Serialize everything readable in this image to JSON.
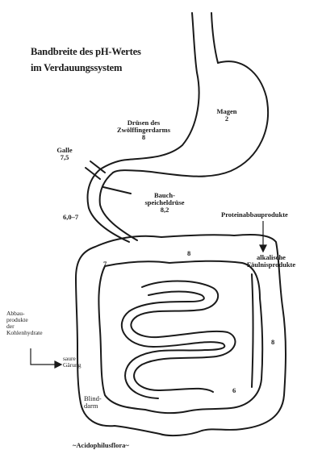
{
  "title": {
    "line1": "Bandbreite des pH-Wertes",
    "line2": "im Verdauungssystem"
  },
  "labels": {
    "stomach": {
      "name": "Magen",
      "value": "2"
    },
    "duodenum_gland": {
      "line1": "Drüsen des",
      "line2": "Zwölffingerdarms",
      "value": "8"
    },
    "bile": {
      "name": "Galle",
      "value": "7,5"
    },
    "pancreas": {
      "line1": "Bauch-",
      "line2": "speicheldrüse",
      "value": "8,2"
    },
    "small_intestine_range": "6,0–7",
    "colon_left": "7",
    "colon_top": "8",
    "colon_right": "8",
    "colon_lower": "6",
    "protein_products": "Proteinabbauprodukte",
    "alkaline_products": {
      "line1": "alkalische",
      "line2": "Fäulnisprodukte"
    },
    "carb_products": {
      "line1": "Abbau-",
      "line2": "produkte",
      "line3": "der",
      "line4": "Kohlenhydrate"
    },
    "acid_fermentation": {
      "line1": "saure",
      "line2": "Gärung"
    },
    "appendix": {
      "line1": "Blind-",
      "line2": "darm"
    },
    "flora": "~Acidophilusflora~"
  }
}
